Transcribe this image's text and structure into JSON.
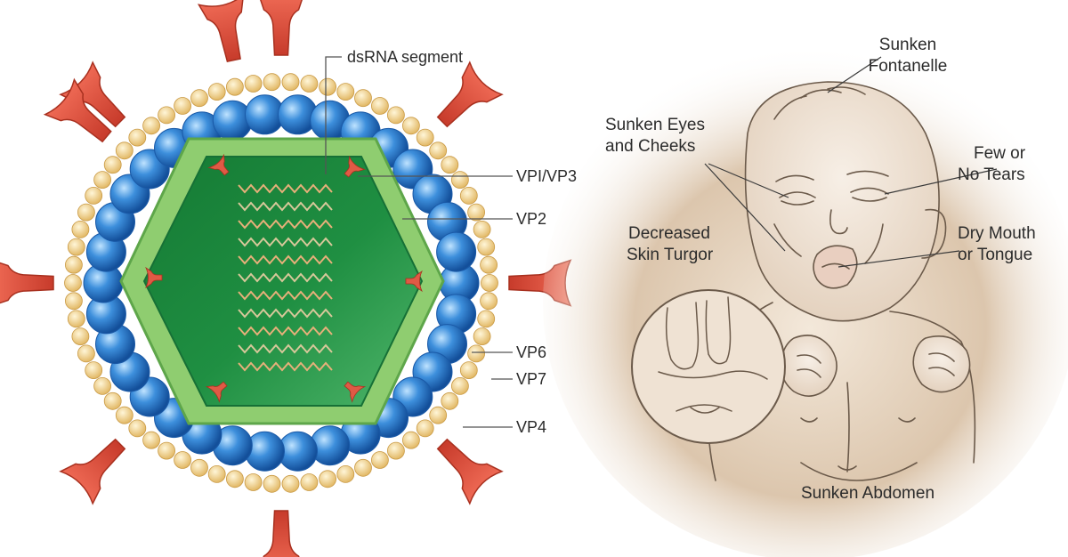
{
  "virus": {
    "labels": {
      "segment": "dsRNA segment",
      "vp1vp3": "VPI/VP3",
      "vp2": "VP2",
      "vp6": "VP6",
      "vp7": "VP7",
      "vp4": "VP4"
    },
    "colors": {
      "spike": "#e0523f",
      "vp6_sphere": "#2f7fcf",
      "vp7_bead": "#f0d28a",
      "vp2_shell": "#8ccb6a",
      "core": "#1f8a3f"
    }
  },
  "infant": {
    "labels": {
      "fontanelle_line1": "Sunken",
      "fontanelle_line2": "Fontanelle",
      "eyes_line1": "Sunken Eyes",
      "eyes_line2": "and Cheeks",
      "tears_line1": "Few or",
      "tears_line2": "No Tears",
      "turgor_line1": "Decreased",
      "turgor_line2": "Skin Turgor",
      "mouth_line1": "Dry Mouth",
      "mouth_line2": "or Tongue",
      "abdomen": "Sunken Abdomen"
    },
    "colors": {
      "background": "#d8c3ab",
      "sketch": "#6b5a4a"
    }
  }
}
